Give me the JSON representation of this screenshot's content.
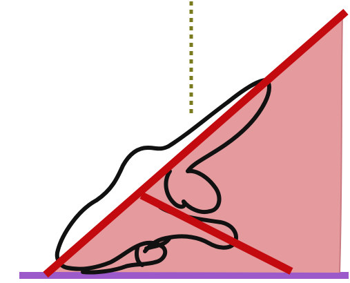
{
  "diagram": {
    "colors": {
      "background": "#ffffff",
      "surface_line": "#9b59c9",
      "reference_dotted_line": "#7a7a1f",
      "angle_fill": "#e59a9e",
      "red_lines": "#c20a0f",
      "hand_outline": "#111111"
    },
    "elements": [
      "surface-line",
      "vertical-dotted-reference",
      "angle-shaded-region",
      "hand-sketch",
      "diagonal-red-line",
      "short-red-line"
    ]
  }
}
